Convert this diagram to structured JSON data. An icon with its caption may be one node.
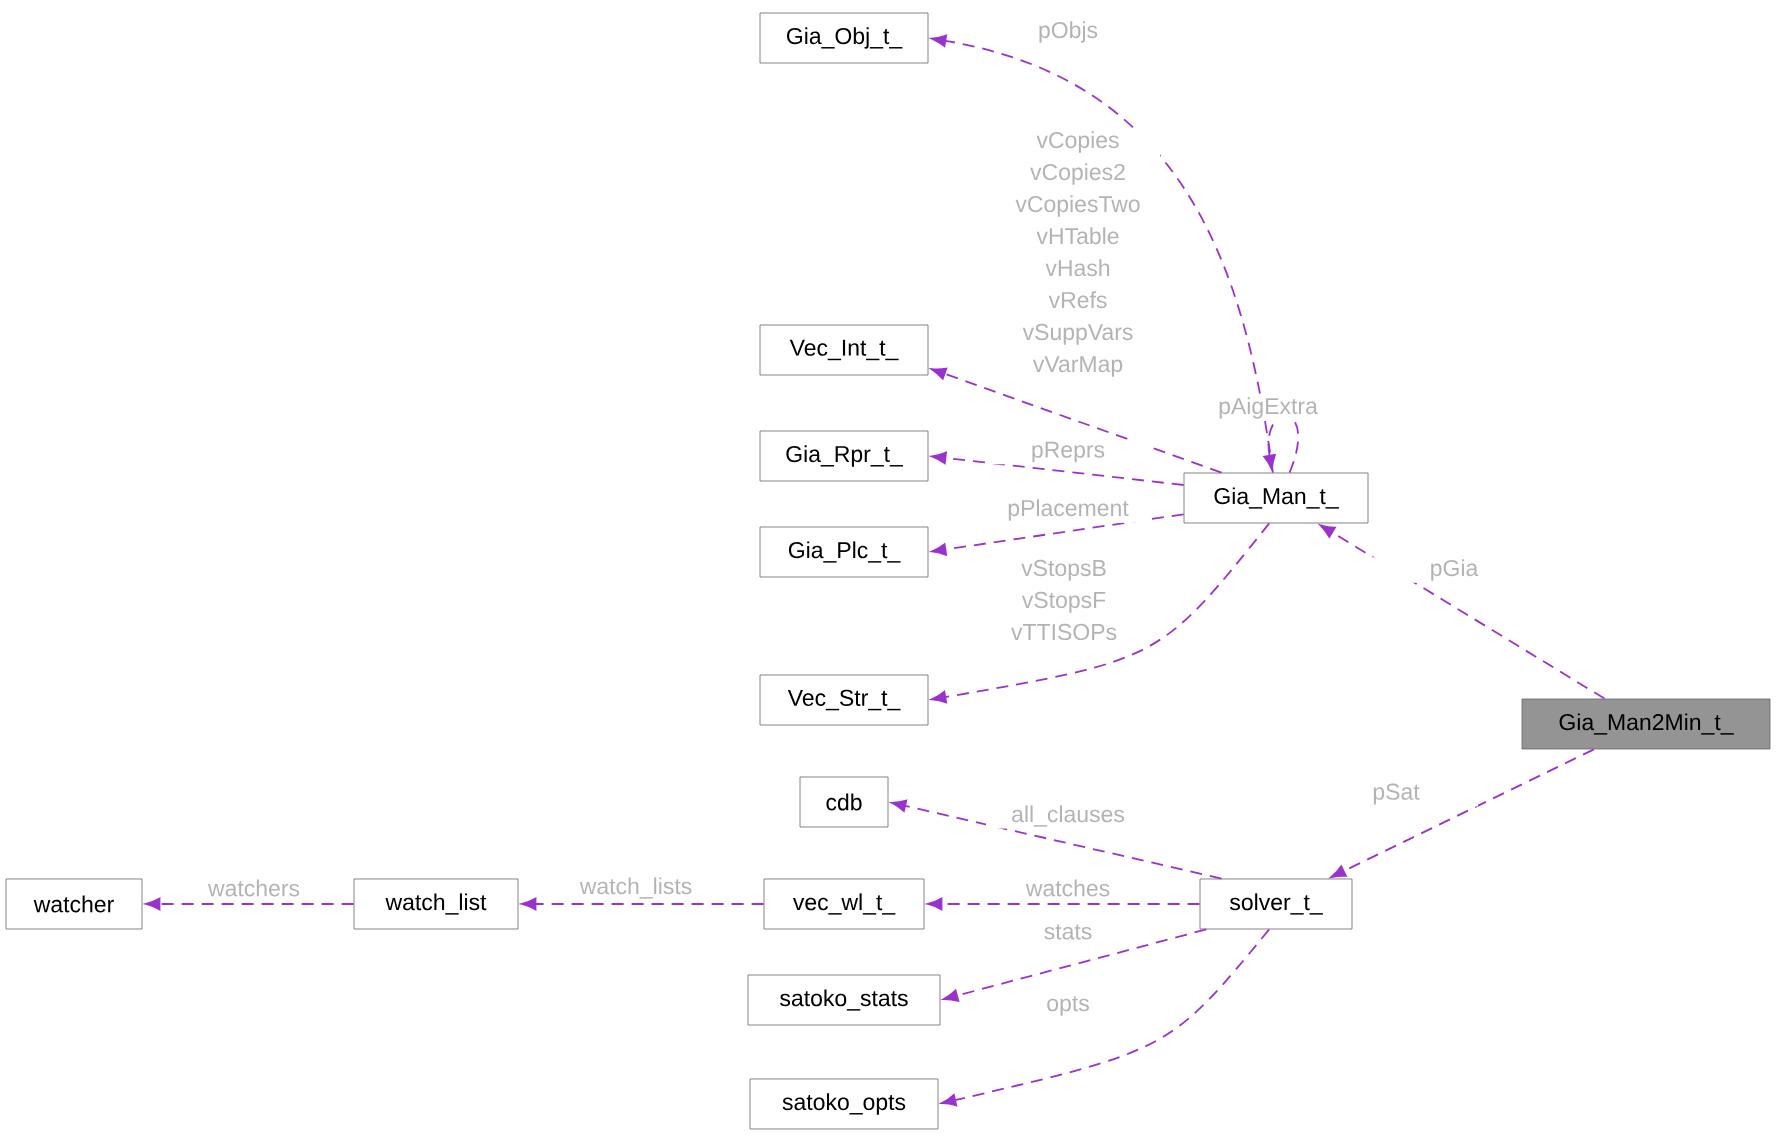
{
  "diagram": {
    "nodes": [
      {
        "text": [
          "Gia_Man2Min_t_"
        ]
      },
      {
        "text": [
          "Gia_Man_t_"
        ]
      },
      {
        "text": [
          "Gia_Obj_t_"
        ]
      },
      {
        "text": [
          "Vec_Int_t_"
        ]
      },
      {
        "text": [
          "Gia_Rpr_t_"
        ]
      },
      {
        "text": [
          "Gia_Plc_t_"
        ]
      },
      {
        "text": [
          "Vec_Str_t_"
        ]
      },
      {
        "text": [
          "solver_t_"
        ]
      },
      {
        "text": [
          "cdb"
        ]
      },
      {
        "text": [
          "vec_wl_t_"
        ]
      },
      {
        "text": [
          "satoko_stats"
        ]
      },
      {
        "text": [
          "satoko_opts"
        ]
      },
      {
        "text": [
          "watch_list"
        ]
      },
      {
        "text": [
          "watcher"
        ]
      }
    ],
    "edges": [
      {
        "from": 0,
        "to": 1,
        "arrow": "to",
        "label": "pGia"
      },
      {
        "from": 0,
        "to": 7,
        "arrow": "to",
        "label": "pSat"
      },
      {
        "from": 1,
        "to": 2,
        "arrow": "to",
        "label": "pObjs"
      },
      {
        "from": 1,
        "to": 3,
        "arrow": "to",
        "label": "vCopies vCopies2 vCopiesTwo vHTable vHash vRefs vSuppVars vVarMap"
      },
      {
        "from": 1,
        "to": 4,
        "arrow": "to",
        "label": "pReprs"
      },
      {
        "from": 1,
        "to": 5,
        "arrow": "to",
        "label": "pPlacement"
      },
      {
        "from": 1,
        "to": 6,
        "arrow": "to",
        "label": "vStopsB vStopsF vTTISOPs"
      },
      {
        "from": 1,
        "to": 1,
        "arrow": "to",
        "label": "pAigExtra"
      },
      {
        "from": 7,
        "to": 8,
        "arrow": "to",
        "label": "all_clauses"
      },
      {
        "from": 7,
        "to": 9,
        "arrow": "to",
        "label": "watches"
      },
      {
        "from": 7,
        "to": 10,
        "arrow": "to",
        "label": "stats"
      },
      {
        "from": 7,
        "to": 11,
        "arrow": "to",
        "label": "opts"
      },
      {
        "from": 9,
        "to": 12,
        "arrow": "to",
        "label": "watch_lists"
      },
      {
        "from": 12,
        "to": 13,
        "arrow": "to",
        "label": "watchers"
      }
    ]
  }
}
